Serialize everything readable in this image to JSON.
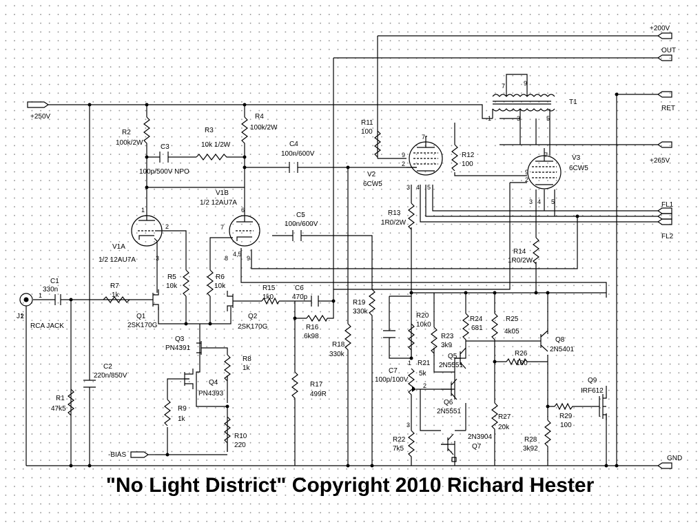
{
  "ports": {
    "p200": "+200V",
    "out": "OUT",
    "ret": "RET",
    "p265": "+265V",
    "fl1": "FL1",
    "fl2": "FL2",
    "gnd": "GND",
    "p250": "+250V",
    "bias": "-BIAS"
  },
  "transformer": {
    "name": "T1",
    "pins": [
      "7",
      "9",
      "1",
      "3",
      "5"
    ]
  },
  "tubes": {
    "v1a": {
      "ref": "V1A",
      "type": "1/2 12AU7A",
      "pins": [
        "1",
        "2",
        "3"
      ]
    },
    "v1b": {
      "ref": "V1B",
      "type": "1/2 12AU7A",
      "pins": [
        "6",
        "7",
        "8",
        "4,5",
        "9"
      ]
    },
    "v2": {
      "ref": "V2",
      "type": "6CW5",
      "pins": [
        "9",
        "2",
        "3",
        "4",
        "5",
        "7"
      ]
    },
    "v3": {
      "ref": "V3",
      "type": "6CW5",
      "pins": [
        "9",
        "2",
        "3",
        "4",
        "5",
        "7"
      ]
    }
  },
  "resistors": {
    "r1": {
      "ref": "R1",
      "value": "47k5"
    },
    "r2": {
      "ref": "R2",
      "value": "100k/2W"
    },
    "r3": {
      "ref": "R3",
      "value": "10k 1/2W"
    },
    "r4": {
      "ref": "R4",
      "value": "100k/2W"
    },
    "r5": {
      "ref": "R5",
      "value": "10k"
    },
    "r6": {
      "ref": "R6",
      "value": "10k"
    },
    "r7": {
      "ref": "R7",
      "value": "1k"
    },
    "r8": {
      "ref": "R8",
      "value": "1k"
    },
    "r9": {
      "ref": "R9",
      "value": "1k"
    },
    "r10": {
      "ref": "R10",
      "value": "220"
    },
    "r11": {
      "ref": "R11",
      "value": "100"
    },
    "r12": {
      "ref": "R12",
      "value": "100"
    },
    "r13": {
      "ref": "R13",
      "value": "1R0/2W"
    },
    "r14": {
      "ref": "R14",
      "value": "1R0/2W"
    },
    "r15": {
      "ref": "R15",
      "value": "1k0"
    },
    "r16": {
      "ref": "R16",
      "value": "6k98"
    },
    "r17": {
      "ref": "R17",
      "value": "499R"
    },
    "r18": {
      "ref": "R18",
      "value": "330k"
    },
    "r19": {
      "ref": "R19",
      "value": "330k"
    },
    "r20": {
      "ref": "R20",
      "value": "10k0"
    },
    "r21": {
      "ref": "R21",
      "value": "5k"
    },
    "r22": {
      "ref": "R22",
      "value": "7k5"
    },
    "r23": {
      "ref": "R23",
      "value": "3k9"
    },
    "r24": {
      "ref": "R24",
      "value": "681"
    },
    "r25": {
      "ref": "R25",
      "value": "4k05"
    },
    "r26": {
      "ref": "R26",
      "value": "100"
    },
    "r27": {
      "ref": "R27",
      "value": "20k"
    },
    "r28": {
      "ref": "R28",
      "value": "3k92"
    },
    "r29": {
      "ref": "R29",
      "value": "100"
    }
  },
  "capacitors": {
    "c1": {
      "ref": "C1",
      "value": "330n"
    },
    "c2": {
      "ref": "C2",
      "value": "220n/850V"
    },
    "c3": {
      "ref": "C3",
      "value": "100p/500V NPO"
    },
    "c4": {
      "ref": "C4",
      "value": "100n/600V"
    },
    "c5": {
      "ref": "C5",
      "value": "100n/600V"
    },
    "c6": {
      "ref": "C6",
      "value": "470p"
    },
    "c7": {
      "ref": "C7",
      "value": "100p/100V"
    }
  },
  "transistors": {
    "q1": {
      "ref": "Q1",
      "type": "2SK170G"
    },
    "q2": {
      "ref": "Q2",
      "type": "2SK170G"
    },
    "q3": {
      "ref": "Q3",
      "type": "PN4391"
    },
    "q4": {
      "ref": "Q4",
      "type": "PN4393"
    },
    "q5": {
      "ref": "Q5",
      "type": "2N5551"
    },
    "q6": {
      "ref": "Q6",
      "type": "2N5551"
    },
    "q7": {
      "ref": "Q7",
      "type": "2N3904"
    },
    "q8": {
      "ref": "Q8",
      "type": "2N5401"
    },
    "q9": {
      "ref": "Q9",
      "type": "IRF612"
    }
  },
  "jack": {
    "ref": "J1",
    "type": "RCA JACK",
    "pins": [
      "1",
      "2"
    ]
  },
  "pot_pins": [
    "1",
    "2",
    "3"
  ],
  "footer": "\"No Light District\" Copyright 2010 Richard Hester"
}
